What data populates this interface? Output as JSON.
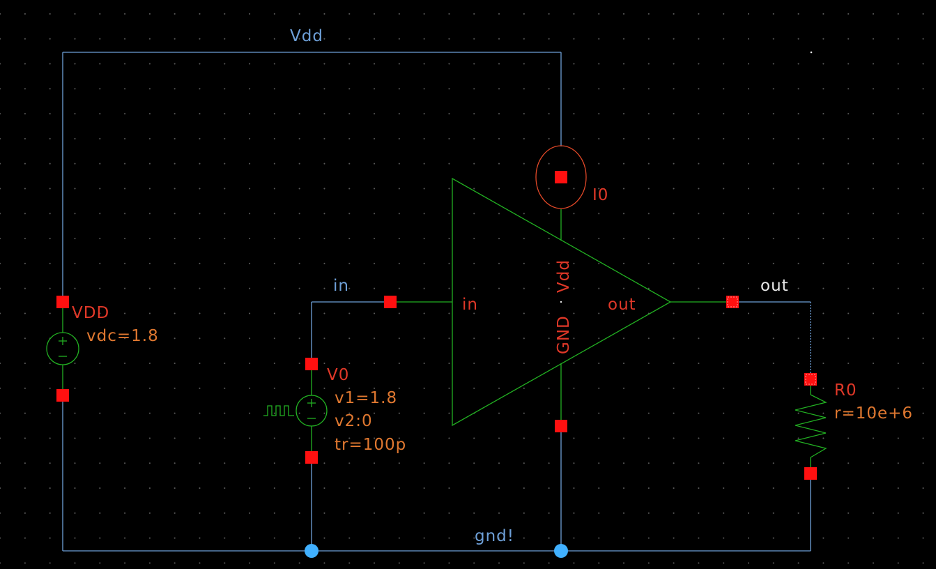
{
  "colors": {
    "wire": "#6ea0d8",
    "symbol": "#22b022",
    "pin": "#ff1010",
    "instance_label": "#e03828",
    "param_label": "#e07830",
    "net_label": "#6ea0d8",
    "junction": "#40b0ff",
    "current_source": "#e04828"
  },
  "nets": {
    "vdd": "Vdd",
    "in": "in",
    "out": "out",
    "gnd": "gnd!"
  },
  "amplifier": {
    "pin_in": "in",
    "pin_out": "out",
    "pin_vdd": "Vdd",
    "pin_gnd": "GND"
  },
  "vdd_source": {
    "name": "VDD",
    "param": "vdc=1.8"
  },
  "pulse_source": {
    "name": "V0",
    "param_v1": "v1=1.8",
    "param_v2": "v2:0",
    "param_tr": "tr=100p"
  },
  "current_source": {
    "name": "I0"
  },
  "resistor": {
    "name": "R0",
    "param": "r=10e+6"
  }
}
